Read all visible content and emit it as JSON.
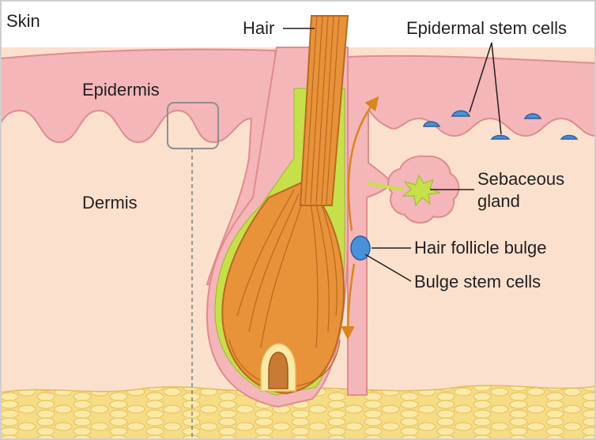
{
  "labels": {
    "skin": "Skin",
    "hair": "Hair",
    "epidermal_stem_cells": "Epidermal stem cells",
    "epidermis": "Epidermis",
    "dermis": "Dermis",
    "sebaceous_line1": "Sebaceous",
    "sebaceous_line2": "gland",
    "hair_follicle_bulge": "Hair follicle bulge",
    "bulge_stem_cells": "Bulge stem cells"
  },
  "colors": {
    "epidermis_fill": "#f4b6b8",
    "epidermis_stroke": "#e08b8e",
    "dermis_fill": "#fbe0cd",
    "hair_fill": "#e8923a",
    "hair_stroke": "#b76a1f",
    "sheath_green": "#c7e04a",
    "fat_fill": "#f7dc86",
    "stem_cell_blue": "#4a90d9",
    "arrow_orange": "#d9861e"
  }
}
